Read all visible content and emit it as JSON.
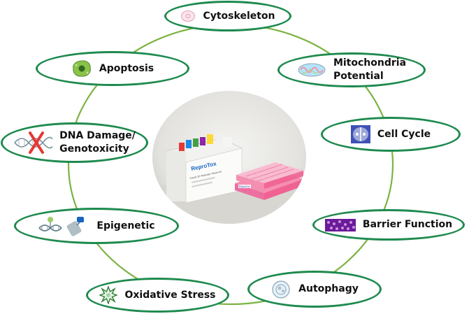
{
  "diagram": {
    "center_photo": {
      "box_brand": "ReproTox",
      "box_title": "Caco2 3D Testicular Tissue Kit",
      "plate_label": "ReproTox"
    },
    "colors": {
      "node_border": "#1e8a4e",
      "ring": "#7cb342"
    },
    "nodes": [
      {
        "id": "cytoskeleton",
        "label": "Cytoskeleton",
        "icon": "cell-outline-icon"
      },
      {
        "id": "mitochondria",
        "label": "Mitochondria\nPotential",
        "icon": "mitochondria-icon"
      },
      {
        "id": "cell-cycle",
        "label": "Cell Cycle",
        "icon": "cell-division-icon"
      },
      {
        "id": "barrier-function",
        "label": "Barrier Function",
        "icon": "barrier-tissue-icon"
      },
      {
        "id": "autophagy",
        "label": "Autophagy",
        "icon": "autophagosome-icon"
      },
      {
        "id": "oxidative-stress",
        "label": "Oxidative Stress",
        "icon": "starburst-icon"
      },
      {
        "id": "epigenetic",
        "label": "Epigenetic",
        "icon": "dna-methylation-icon"
      },
      {
        "id": "dna-damage",
        "label": "DNA Damage/\nGenotoxicity",
        "icon": "damaged-dna-icon"
      },
      {
        "id": "apoptosis",
        "label": "Apoptosis",
        "icon": "apoptotic-cell-icon"
      }
    ]
  }
}
